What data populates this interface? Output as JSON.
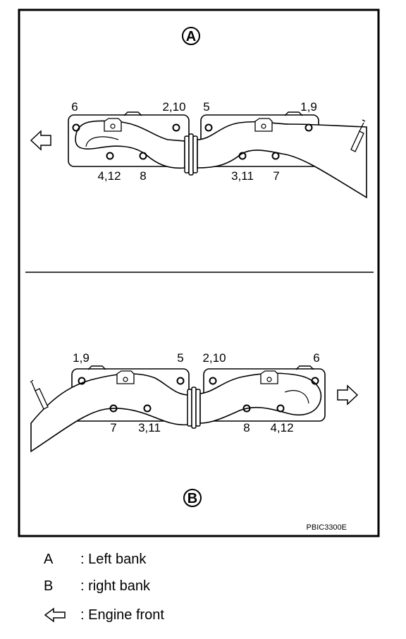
{
  "diagram": {
    "section_a": {
      "marker": "A",
      "bolt_labels": {
        "top_left": "6",
        "top_mid_left": "2,10",
        "top_mid_right": "5",
        "top_right": "1,9",
        "bottom_1": "4,12",
        "bottom_2": "8",
        "bottom_3": "3,11",
        "bottom_4": "7"
      }
    },
    "section_b": {
      "marker": "B",
      "bolt_labels": {
        "top_left": "1,9",
        "top_mid_left": "5",
        "top_mid_right": "2,10",
        "top_right": "6",
        "bottom_1": "7",
        "bottom_2": "3,11",
        "bottom_3": "8",
        "bottom_4": "4,12"
      }
    },
    "figure_code": "PBIC3300E"
  },
  "legend": [
    {
      "key": "A",
      "text": ": Left bank"
    },
    {
      "key": "B",
      "text": ": right bank"
    },
    {
      "key": "arrow-icon",
      "text": ": Engine front"
    }
  ]
}
